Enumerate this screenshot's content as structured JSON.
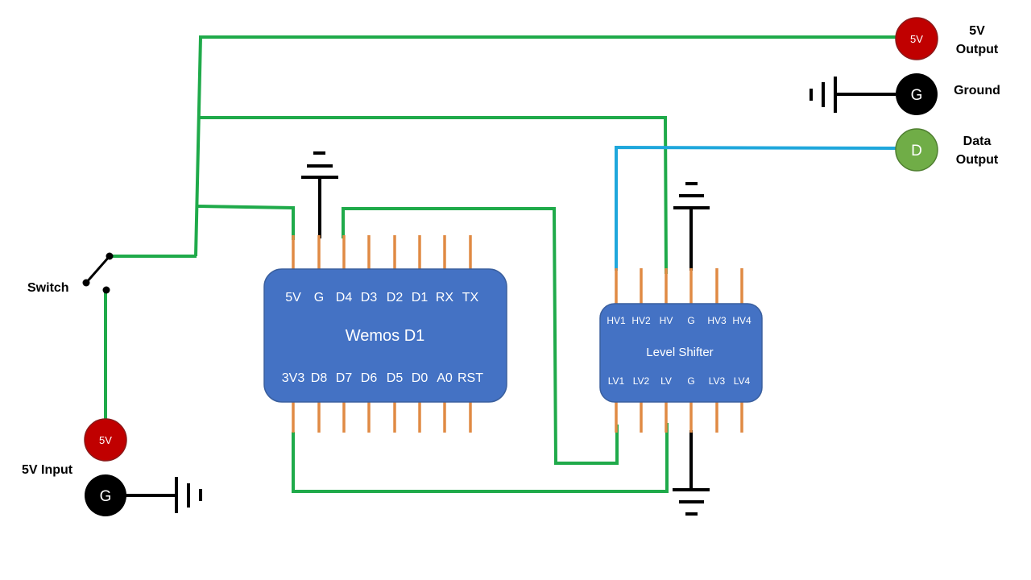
{
  "wemos": {
    "name": "Wemos D1",
    "top_pins": [
      "5V",
      "G",
      "D4",
      "D3",
      "D2",
      "D1",
      "RX",
      "TX"
    ],
    "bottom_pins": [
      "3V3",
      "D8",
      "D7",
      "D6",
      "D5",
      "D0",
      "A0",
      "RST"
    ]
  },
  "shifter": {
    "name": "Level Shifter",
    "top_pins": [
      "HV1",
      "HV2",
      "HV",
      "G",
      "HV3",
      "HV4"
    ],
    "bottom_pins": [
      "LV1",
      "LV2",
      "LV",
      "G",
      "LV3",
      "LV4"
    ]
  },
  "terminals": {
    "out_5v": {
      "symbol": "5V",
      "label_line1": "5V",
      "label_line2": "Output",
      "color": "#c00000"
    },
    "out_ground": {
      "symbol": "G",
      "label": "Ground",
      "color": "#000000"
    },
    "out_data": {
      "symbol": "D",
      "label_line1": "Data",
      "label_line2": "Output",
      "color": "#70ad47"
    },
    "in_5v": {
      "symbol": "5V",
      "color": "#c00000"
    },
    "in_ground": {
      "symbol": "G",
      "color": "#000000"
    }
  },
  "labels": {
    "switch": "Switch",
    "input": "5V Input"
  },
  "colors": {
    "board": "#4472c4",
    "pin": "#e08a44",
    "power_wire": "#1faa4a",
    "data_wire": "#1fa7dc",
    "ground_wire": "#000000"
  }
}
